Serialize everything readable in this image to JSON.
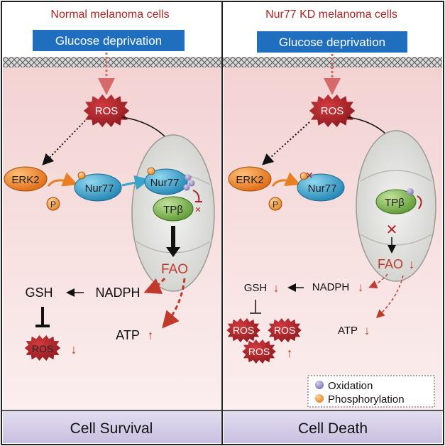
{
  "left_panel": {
    "title": "Normal melanoma cells",
    "stimulus": "Glucose deprivation",
    "ros": "ROS",
    "erk2": "ERK2",
    "p": "P",
    "nur77_cyto": "Nur77",
    "nur77_mito": "Nur77",
    "tpb": "TPβ",
    "fao": "FAO",
    "nadph": "NADPH",
    "gsh": "GSH",
    "ros_low": "ROS",
    "ros_low_arrow": "↓",
    "atp": "ATP",
    "atp_arrow": "↑",
    "outcome": "Cell Survival"
  },
  "right_panel": {
    "title": "Nur77 KD melanoma cells",
    "stimulus": "Glucose deprivation",
    "ros": "ROS",
    "erk2": "ERK2",
    "p": "P",
    "nur77_cyto": "Nur77",
    "tpb": "TPβ",
    "fao": "FAO",
    "fao_arrow": "↓",
    "nadph": "NADPH",
    "nadph_arrow": "↓",
    "gsh": "GSH",
    "gsh_arrow": "↓",
    "ros_high_1": "ROS",
    "ros_high_2": "ROS",
    "ros_high_3": "ROS",
    "ros_high_arrow": "↑",
    "atp": "ATP",
    "atp_arrow": "↓",
    "outcome": "Cell Death"
  },
  "legend": {
    "oxidation": "Oxidation",
    "phosphorylation": "Phosphorylation"
  },
  "colors": {
    "title_red": "#b22222",
    "stimulus_blue": "#1f6fbe",
    "ros_red": "#b3242a",
    "erk2_orange": "#e97f22",
    "nur77_blue": "#3aa5cc",
    "tpb_green": "#7bb34a",
    "cyto_pink": "#f6dcdc",
    "outcome_purple": "#d3cbe6",
    "arrow_red": "#c0392b"
  }
}
